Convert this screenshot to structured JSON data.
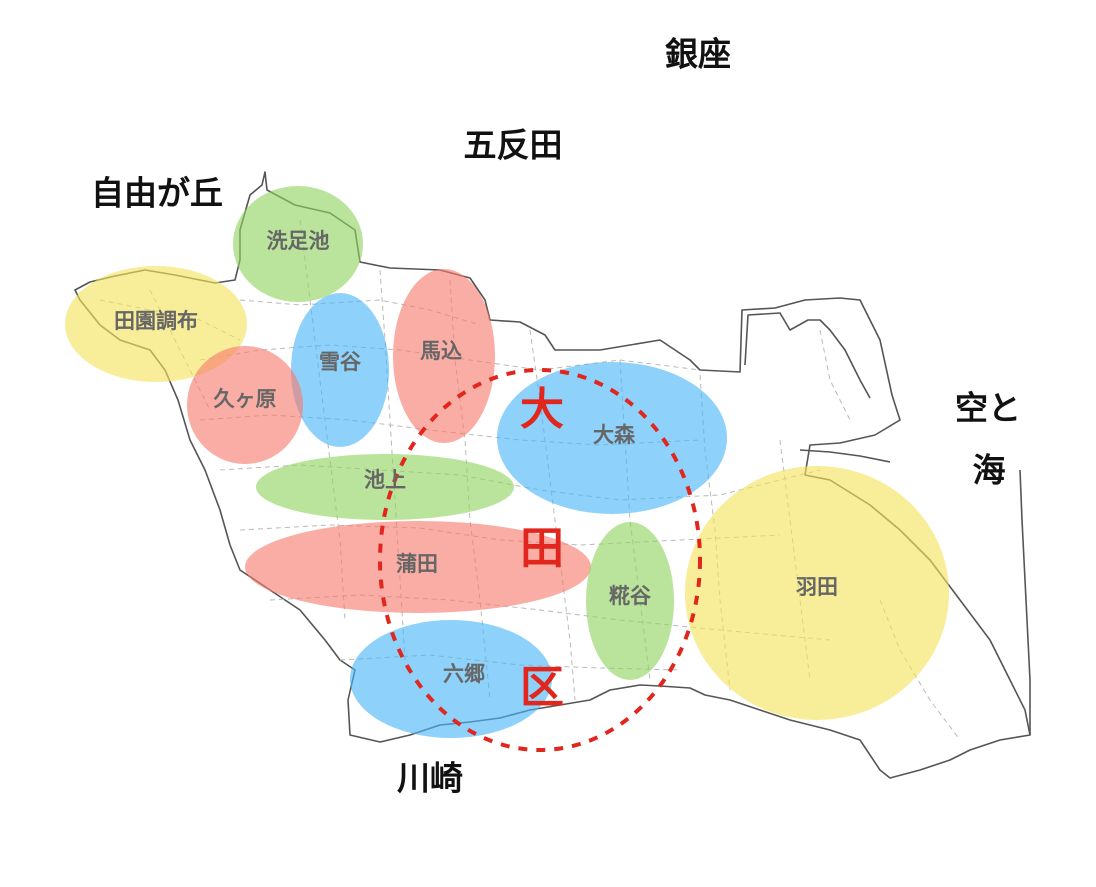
{
  "colors": {
    "green": "#8fd35f",
    "red": "#f77b6e",
    "blue": "#48b4f7",
    "yellow": "#f3e25a",
    "ward_red": "#e0261d"
  },
  "surroundings": {
    "ginza": "銀座",
    "gotanda": "五反田",
    "jiyugaoka": "自由が丘",
    "kawasaki": "川崎",
    "sora_to": "空と",
    "umi": "海"
  },
  "ward_name": [
    "大",
    "田",
    "区"
  ],
  "districts": [
    {
      "name": "洗足池",
      "color": "green"
    },
    {
      "name": "田園調布",
      "color": "yellow"
    },
    {
      "name": "雪谷",
      "color": "blue"
    },
    {
      "name": "馬込",
      "color": "red"
    },
    {
      "name": "久ヶ原",
      "color": "red"
    },
    {
      "name": "大森",
      "color": "blue"
    },
    {
      "name": "池上",
      "color": "green"
    },
    {
      "name": "蒲田",
      "color": "red"
    },
    {
      "name": "糀谷",
      "color": "green"
    },
    {
      "name": "羽田",
      "color": "yellow"
    },
    {
      "name": "六郷",
      "color": "blue"
    }
  ]
}
